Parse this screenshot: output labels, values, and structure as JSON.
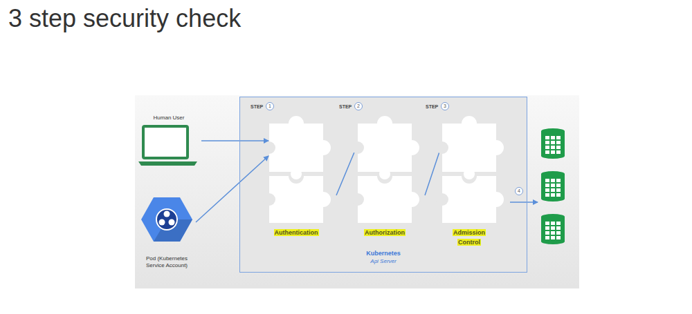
{
  "diagram": {
    "title": "3 step security check",
    "nodes": [
      {
        "text": [
          "Human User"
        ]
      },
      {
        "text": [
          "Pod (Kubernetes Service Account)"
        ]
      },
      {
        "text": [
          "Kubernetes",
          "Api Server"
        ]
      },
      {
        "text": [
          "Authentication"
        ],
        "in": 2
      },
      {
        "text": [
          "Authorization"
        ],
        "in": 2
      },
      {
        "text": [
          "Admission Control"
        ],
        "in": 2
      }
    ],
    "edges": [
      {
        "from": 0,
        "to": 3,
        "arrow": "to"
      },
      {
        "from": 1,
        "to": 3,
        "arrow": "to"
      },
      {
        "from": 3,
        "to": 4,
        "arrow": "to"
      },
      {
        "from": 4,
        "to": 5,
        "arrow": "to"
      }
    ],
    "labels": [
      "STEP",
      "1",
      "STEP",
      "2",
      "STEP",
      "3",
      "4"
    ]
  }
}
